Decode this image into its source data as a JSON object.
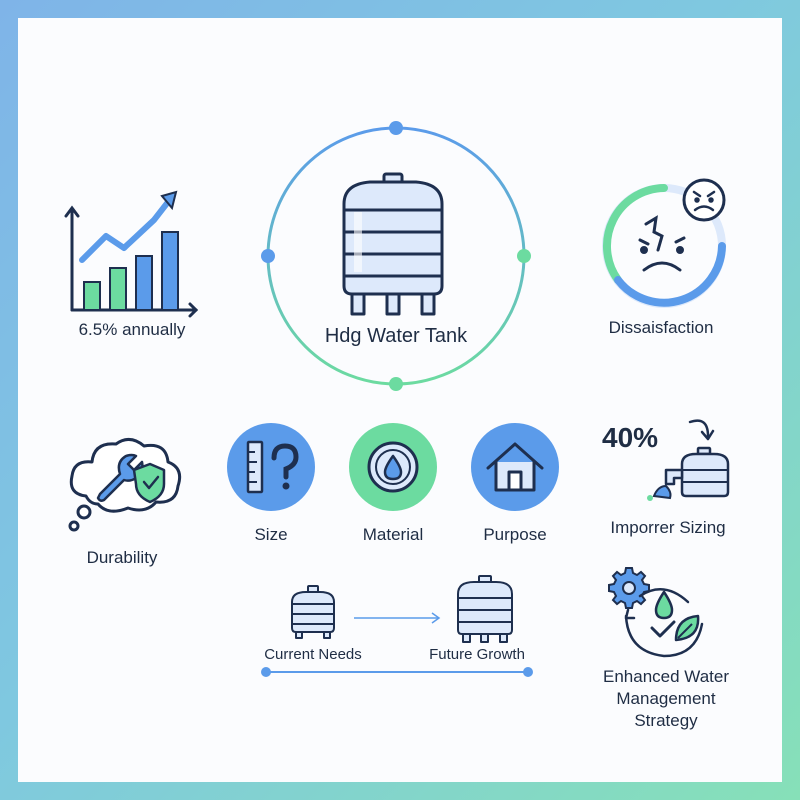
{
  "colors": {
    "blue": "#5b9bea",
    "green": "#6cdba0",
    "navy": "#1e2f4f",
    "light_blue_fill": "#dde9fb",
    "background": "#fbfcfe"
  },
  "center": {
    "title": "Hdg Water Tank",
    "icon": "water-tank-icon"
  },
  "growth": {
    "label": "6.5% annually",
    "icon": "growth-chart-icon"
  },
  "dissatisfaction": {
    "label": "Dissaisfaction",
    "icon": "sad-face-icon"
  },
  "durability": {
    "label": "Durability",
    "icon": "wrench-shield-icon"
  },
  "factors": [
    {
      "label": "Size",
      "icon": "ruler-question-icon"
    },
    {
      "label": "Material",
      "icon": "water-drop-icon"
    },
    {
      "label": "Purpose",
      "icon": "house-icon"
    }
  ],
  "improper_sizing": {
    "percent": "40%",
    "label": "Imporrer Sizing",
    "icon": "overflowing-tank-icon"
  },
  "needs": {
    "current": "Current Needs",
    "future": "Future Growth"
  },
  "strategy": {
    "label": "Enhanced Water Management Strategy",
    "icon": "gear-drop-leaf-icon"
  }
}
